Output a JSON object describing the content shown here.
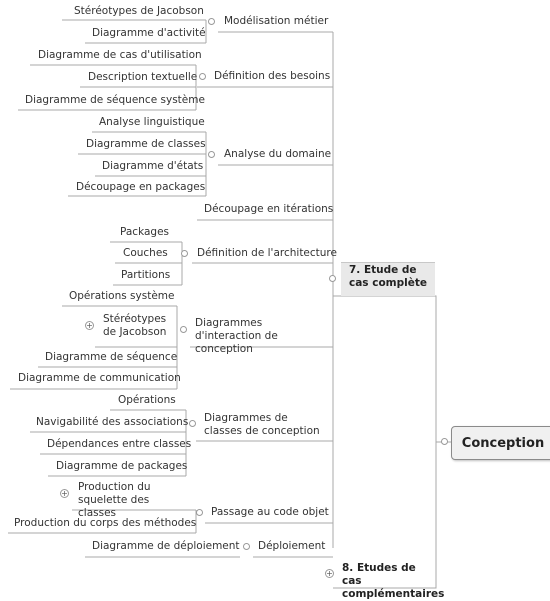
{
  "root": "Conception",
  "branches": {
    "etude_complete": "7. Etude de cas complète",
    "etudes_complementaires": "8. Etudes de cas complémentaires"
  },
  "topics": {
    "modelisation_metier": "Modélisation métier",
    "definition_besoins": "Définition des besoins",
    "analyse_domaine": "Analyse du domaine",
    "decoupage_iterations": "Découpage en itérations",
    "definition_architecture": "Définition de l'architecture",
    "diagrammes_interaction": "Diagrammes d'interaction de conception",
    "diagrammes_classes": "Diagrammes de classes de conception",
    "passage_code": "Passage au code objet",
    "deploiement": "Déploiement"
  },
  "leaves": {
    "stereotypes_jacobson_1": "Stéréotypes de Jacobson",
    "diagramme_activite": "Diagramme d'activité",
    "diagramme_cas_utilisation": "Diagramme de cas d'utilisation",
    "description_textuelle": "Description textuelle",
    "diagramme_sequence_systeme": "Diagramme de séquence système",
    "analyse_linguistique": "Analyse linguistique",
    "diagramme_classes": "Diagramme de classes",
    "diagramme_etats": "Diagramme d'états",
    "decoupage_packages": "Découpage en packages",
    "packages": "Packages",
    "couches": "Couches",
    "partitions": "Partitions",
    "operations_systeme": "Opérations système",
    "stereotypes_jacobson_2": "Stéréotypes de Jacobson",
    "diagramme_sequence": "Diagramme de séquence",
    "diagramme_communication": "Diagramme de communication",
    "operations": "Opérations",
    "navigabilite": "Navigabilité des associations",
    "dependances": "Dépendances entre classes",
    "diagramme_packages": "Diagramme de packages",
    "production_squelette": "Production du squelette des classes",
    "production_corps": "Production du corps des méthodes",
    "diagramme_deploiement": "Diagramme de déploiement"
  }
}
